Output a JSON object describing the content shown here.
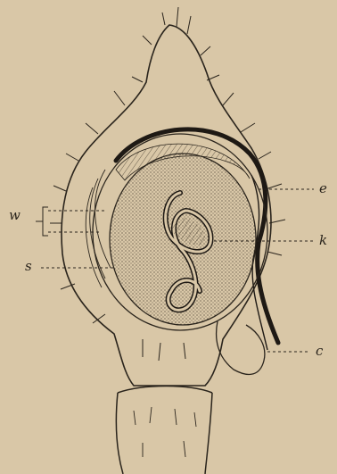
{
  "figure": {
    "labels": {
      "e": "e",
      "k": "k",
      "c": "c",
      "w": "w",
      "s": "s"
    }
  },
  "colors": {
    "paper": "#d9c7a7",
    "ink": "#2a241c",
    "stipple": "#b9a887"
  }
}
